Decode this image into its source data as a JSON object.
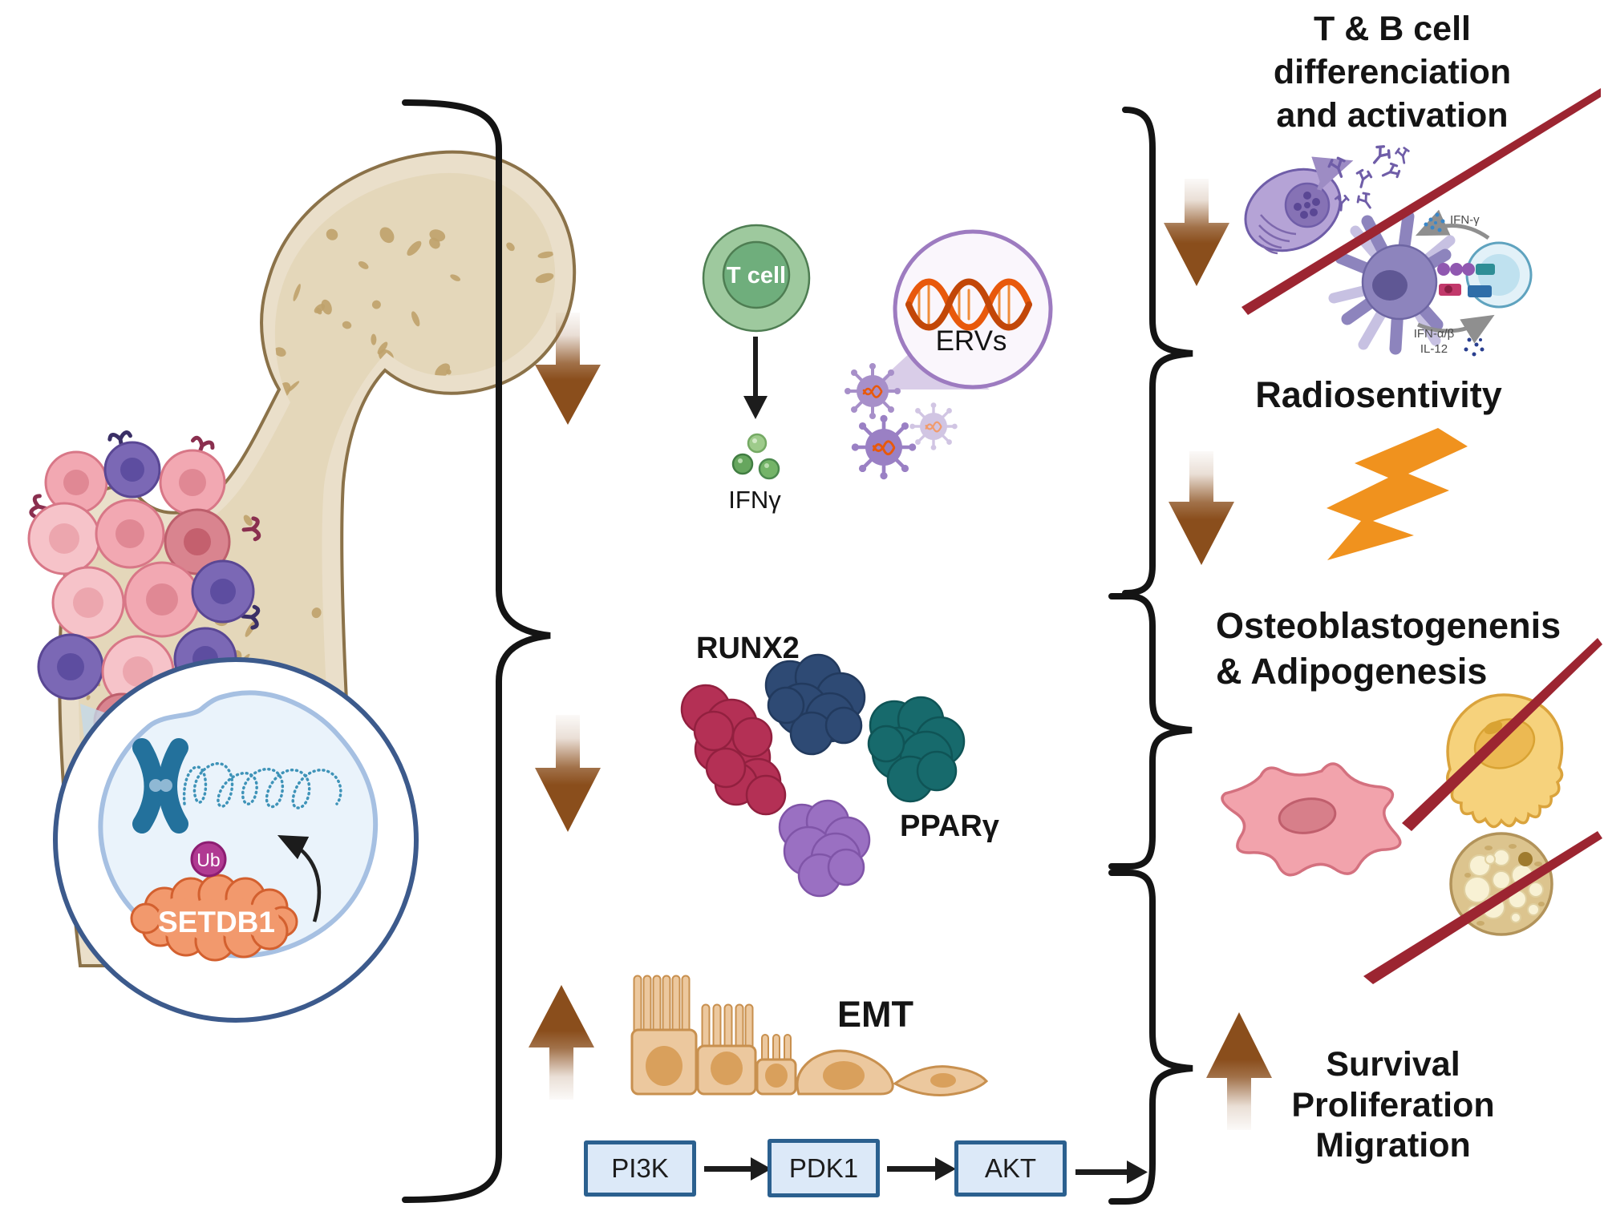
{
  "colors": {
    "arrow_brown": "#8a4e1c",
    "brace_black": "#141414",
    "inhibit_red": "#9c2531",
    "lightning_orange": "#f0921e",
    "setdb1_orange": "#f2996d",
    "ub_magenta": "#b03a92",
    "ervs_purple": "#9d7bc0",
    "tcell_green": "#6fae7c"
  },
  "left_panel": {
    "setdb1": "SETDB1",
    "ub": "Ub"
  },
  "middle": {
    "t_cell": "T cell",
    "ifn_gamma": "IFNγ",
    "ervs": "ERVs",
    "runx2": "RUNX2",
    "ppar_gamma": "PPARγ",
    "emt": "EMT",
    "pathway": {
      "pi3k": "PI3K",
      "pdk1": "PDK1",
      "akt": "AKT"
    }
  },
  "right": {
    "tb_title": "T & B cell\ndifferenciation\nand activation",
    "radiosensitivity": "Radiosentivity",
    "osteo": "Osteoblastogenenis\n& Adipogenesis",
    "survival": "Survival\nProliferation\nMigration",
    "ifn_g": "IFN-γ",
    "ifn_ab": "IFN-α/β\nIL-12"
  }
}
